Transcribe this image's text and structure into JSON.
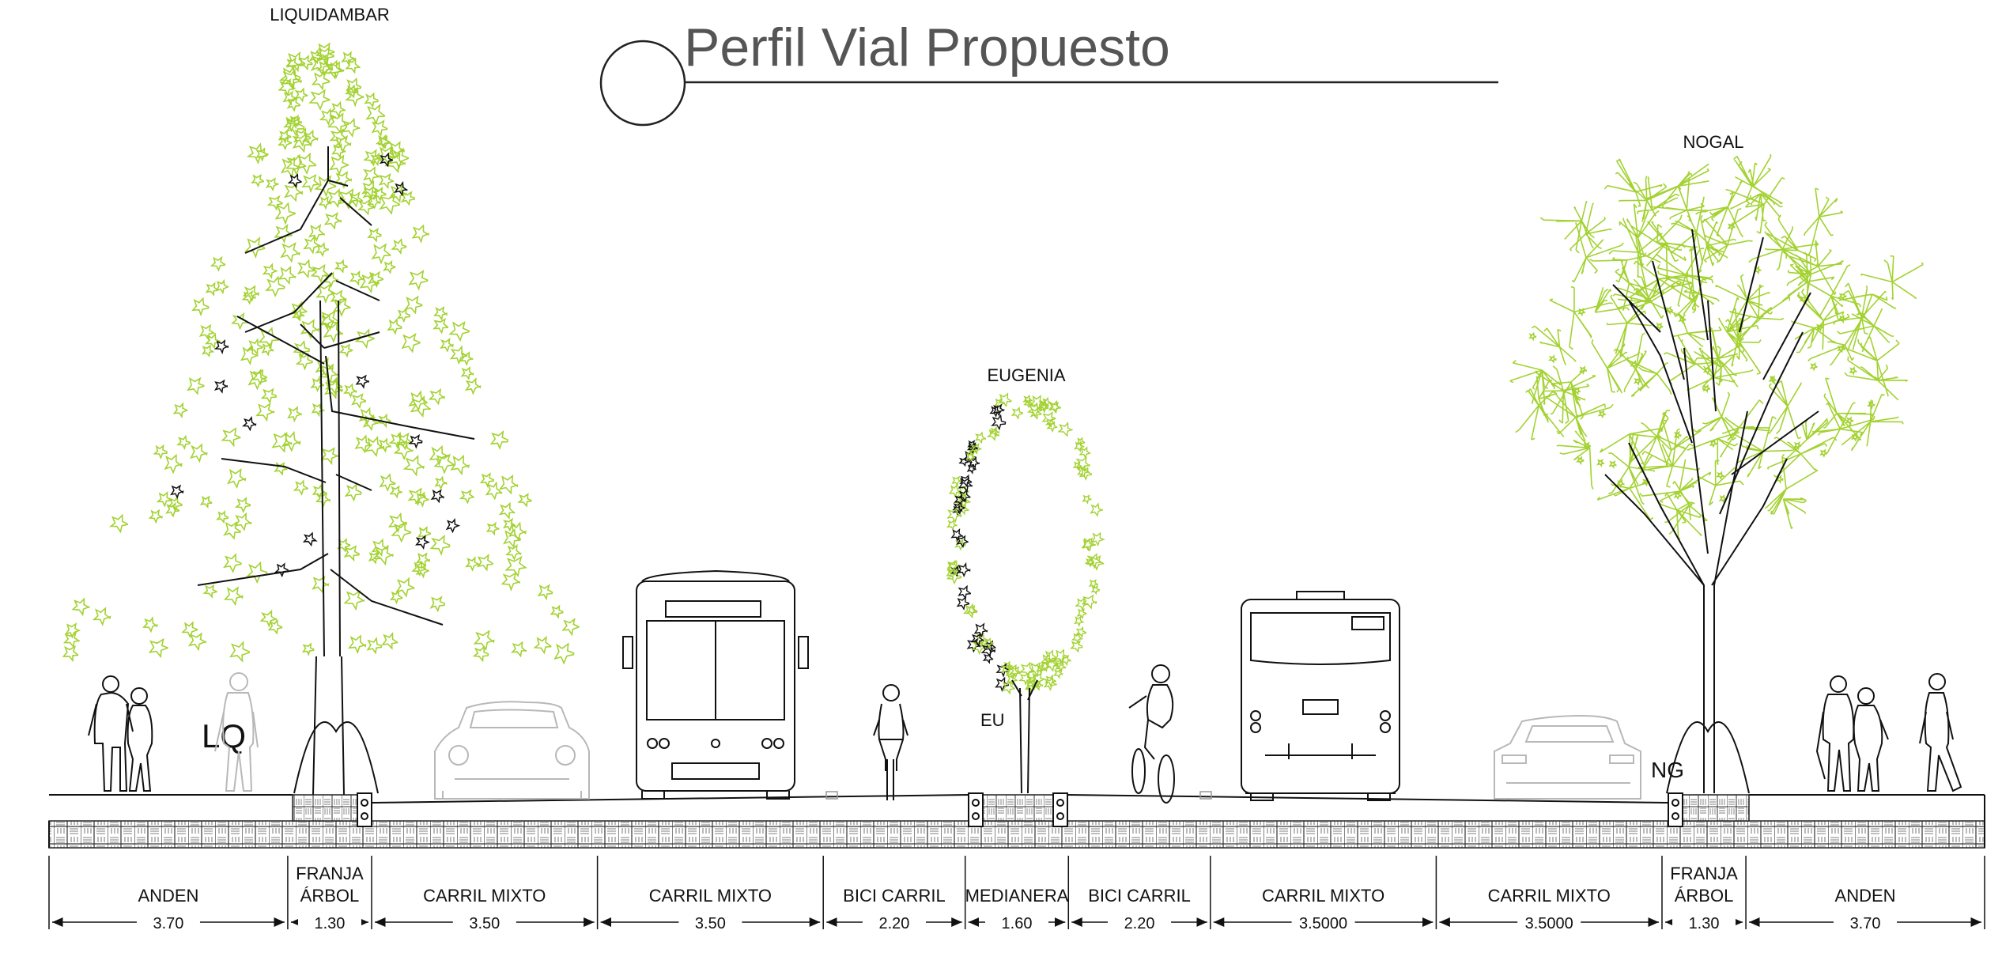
{
  "title": "Perfil Vial Propuesto",
  "colors": {
    "foliage": "#a3d232",
    "ink": "#111111",
    "ghost": "#b8b8b8",
    "title": "#555555"
  },
  "trees": {
    "liquidambar": {
      "label": "LIQUIDAMBAR",
      "code": "LQ"
    },
    "eugenia": {
      "label": "EUGENIA",
      "code": "EU"
    },
    "nogal": {
      "label": "NOGAL",
      "code": "NG"
    }
  },
  "segments": [
    {
      "line1": "ANDEN",
      "line2": "",
      "dim": "3.70"
    },
    {
      "line1": "FRANJA",
      "line2": "ÁRBOL",
      "dim": "1.30"
    },
    {
      "line1": "CARRIL MIXTO",
      "line2": "",
      "dim": "3.50"
    },
    {
      "line1": "CARRIL MIXTO",
      "line2": "",
      "dim": "3.50"
    },
    {
      "line1": "BICI CARRIL",
      "line2": "",
      "dim": "2.20"
    },
    {
      "line1": "MEDIANERA",
      "line2": "",
      "dim": "1.60"
    },
    {
      "line1": "BICI CARRIL",
      "line2": "",
      "dim": "2.20"
    },
    {
      "line1": "CARRIL MIXTO",
      "line2": "",
      "dim": "3.5000"
    },
    {
      "line1": "CARRIL MIXTO",
      "line2": "",
      "dim": "3.5000"
    },
    {
      "line1": "FRANJA",
      "line2": "ÁRBOL",
      "dim": "1.30"
    },
    {
      "line1": "ANDEN",
      "line2": "",
      "dim": "3.70"
    }
  ]
}
